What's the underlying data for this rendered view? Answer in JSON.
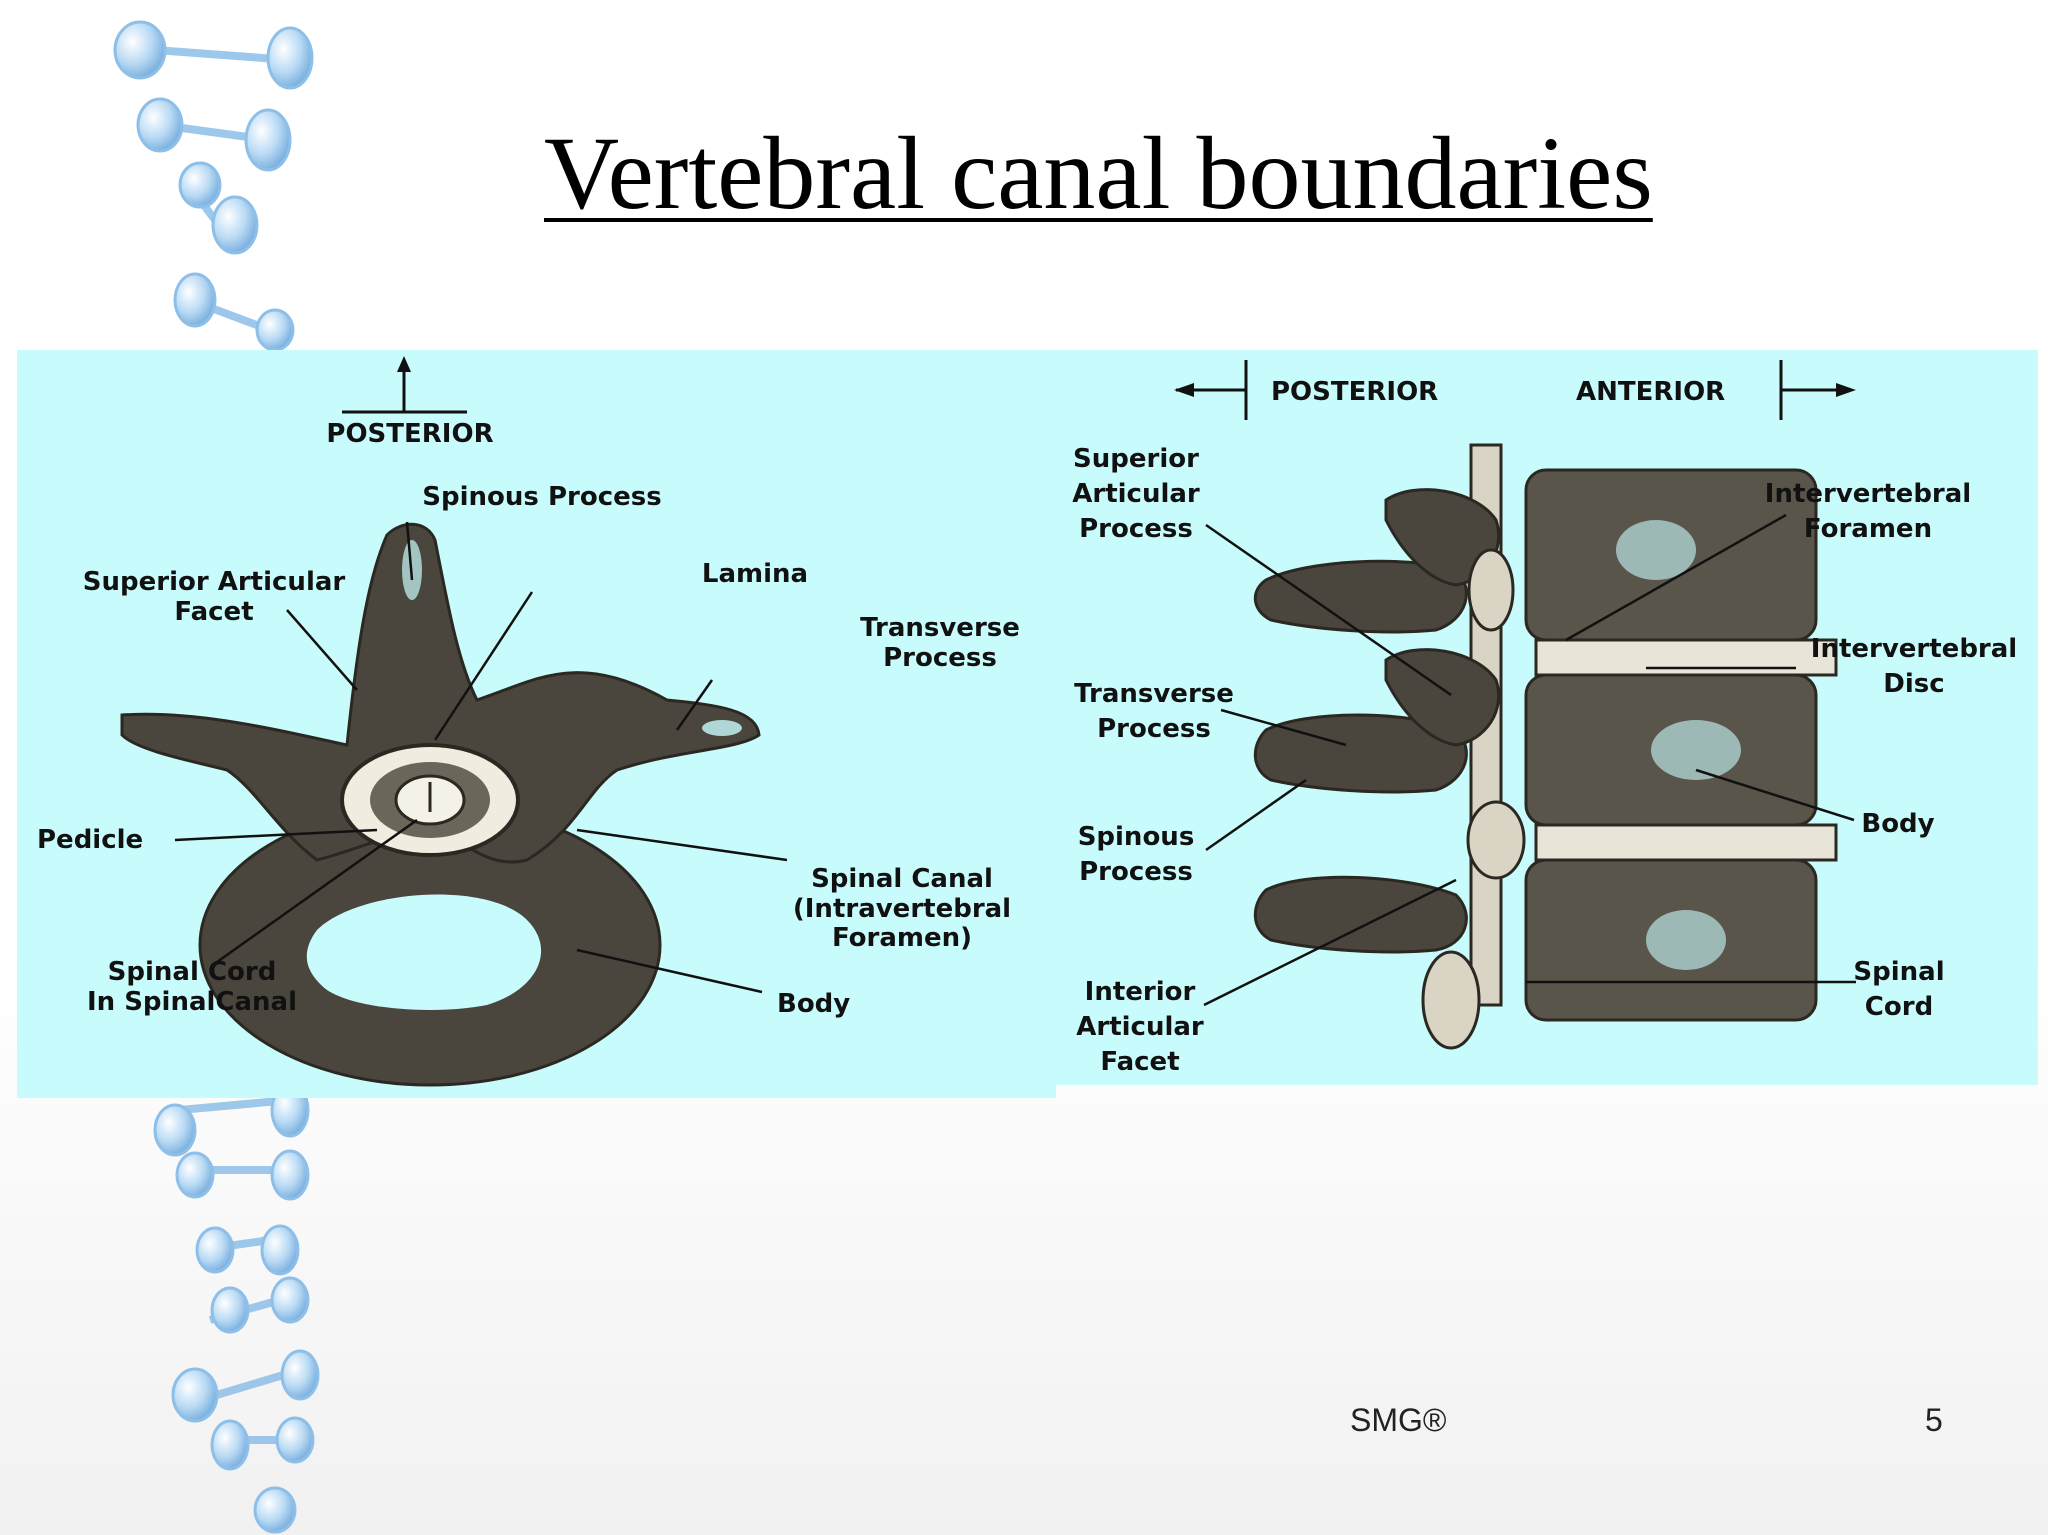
{
  "slide": {
    "title": "Vertebral canal boundaries",
    "footer_text": "SMG®",
    "page_number": "5"
  },
  "left_diagram": {
    "labels": {
      "posterior": "POSTERIOR",
      "spinous_process": "Spinous Process",
      "superior_articular_facet_1": "Superior Articular",
      "superior_articular_facet_2": "Facet",
      "lamina": "Lamina",
      "transverse_process_1": "Transverse",
      "transverse_process_2": "Process",
      "pedicle": "Pedicle",
      "spinal_canal_1": "Spinal Canal",
      "spinal_canal_2": "(Intravertebral",
      "spinal_canal_3": "Foramen)",
      "spinal_cord_1": "Spinal Cord",
      "spinal_cord_2": "In SpinalCanal",
      "body": "Body"
    }
  },
  "right_diagram": {
    "labels": {
      "posterior": "POSTERIOR",
      "anterior": "ANTERIOR",
      "superior_articular_process_1": "Superior",
      "superior_articular_process_2": "Articular",
      "superior_articular_process_3": "Process",
      "intervertebral_foramen_1": "Intervertebral",
      "intervertebral_foramen_2": "Foramen",
      "intervertebral_disc_1": "Intervertebral",
      "intervertebral_disc_2": "Disc",
      "transverse_process_1": "Transverse",
      "transverse_process_2": "Process",
      "spinous_process_1": "Spinous",
      "spinous_process_2": "Process",
      "body": "Body",
      "interior_articular_facet_1": "Interior",
      "interior_articular_facet_2": "Articular",
      "interior_articular_facet_3": "Facet",
      "spinal_cord_1": "Spinal",
      "spinal_cord_2": "Cord"
    }
  },
  "colors": {
    "panel_background": "#c8fbfb",
    "bone": "#4a463e",
    "dna_blue": "#9ec8ec"
  }
}
